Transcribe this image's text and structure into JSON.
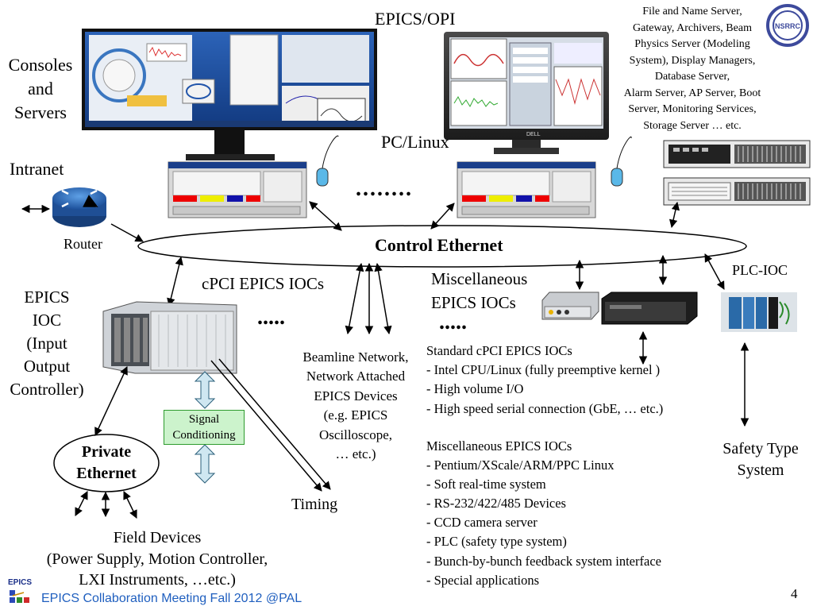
{
  "labels": {
    "consoles": [
      "Consoles",
      "and",
      "Servers"
    ],
    "epics_opi": "EPICS/OPI",
    "pc_linux": "PC/Linux",
    "intranet": "Intranet",
    "router": "Router",
    "control_ethernet": "Control Ethernet",
    "plc_ioc": "PLC-IOC",
    "cpci": "cPCI EPICS IOCs",
    "misc_iocs": [
      "Miscellaneous",
      "EPICS IOCs"
    ],
    "epics_ioc": [
      "EPICS",
      "IOC",
      "(Input",
      "Output",
      "Controller)"
    ],
    "signal_conditioning": [
      "Signal",
      "Conditioning"
    ],
    "private_ethernet": [
      "Private",
      "Ethernet"
    ],
    "beamline": [
      "Beamline Network,",
      "Network Attached",
      "EPICS Devices",
      "(e.g. EPICS",
      "Oscilloscope,",
      "… etc.)"
    ],
    "timing": "Timing",
    "safety": [
      "Safety Type",
      "System"
    ],
    "field_devices": [
      "Field Devices",
      "(Power Supply, Motion Controller,",
      "LXI Instruments, …etc.)"
    ],
    "servers": [
      "File and Name Server,",
      "Gateway, Archivers, Beam",
      "Physics Server  (Modeling",
      "System), Display Managers,",
      "Database Server,",
      "Alarm Server, AP Server,  Boot",
      "Server, Monitoring Services,",
      "Storage Server … etc."
    ],
    "nsrrc_logo": "NSRRC",
    "monitor_brand": "DELL",
    "ellipsis": "........",
    "dots_small": "....."
  },
  "standard_list": {
    "title": "Standard cPCI EPICS IOCs",
    "items": [
      "- Intel CPU/Linux (fully preemptive kernel )",
      "- High volume I/O",
      "- High speed serial connection (GbE, … etc.)"
    ]
  },
  "misc_list": {
    "title": "Miscellaneous EPICS IOCs",
    "items": [
      "- Pentium/XScale/ARM/PPC Linux",
      "- Soft real-time system",
      "- RS-232/422/485 Devices",
      "- CCD camera server",
      "- PLC (safety type system)",
      "- Bunch-by-bunch feedback system interface",
      "- Special applications"
    ]
  },
  "footer": {
    "logo": "EPICS",
    "text": "EPICS Collaboration Meeting Fall 2012 @PAL",
    "page": "4"
  },
  "colors": {
    "footer_text": "#1f5fbf",
    "signal_box_fill": "#ccf3cc",
    "signal_box_border": "#2e9b2e",
    "arrow_fill": "#cfe7f1",
    "router_blue": "#2f6fc2"
  }
}
